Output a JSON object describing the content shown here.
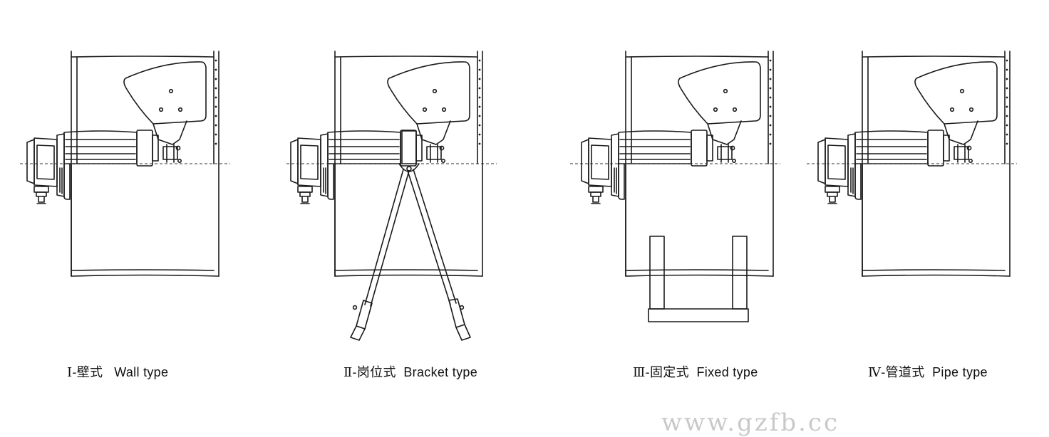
{
  "figures": [
    {
      "id": "wall",
      "numeral": "Ⅰ",
      "cn": "-壁式",
      "en": "Wall type"
    },
    {
      "id": "bracket",
      "numeral": "Ⅱ",
      "cn": "-岗位式",
      "en": "Bracket type"
    },
    {
      "id": "fixed",
      "numeral": "Ⅲ",
      "cn": "-固定式",
      "en": "Fixed type"
    },
    {
      "id": "pipe",
      "numeral": "Ⅳ",
      "cn": "-管道式",
      "en": "Pipe type"
    }
  ],
  "watermark": "www.gzfb.cc",
  "colors": {
    "line": "#1a1a1a",
    "watermark": "#c9c9c9"
  }
}
